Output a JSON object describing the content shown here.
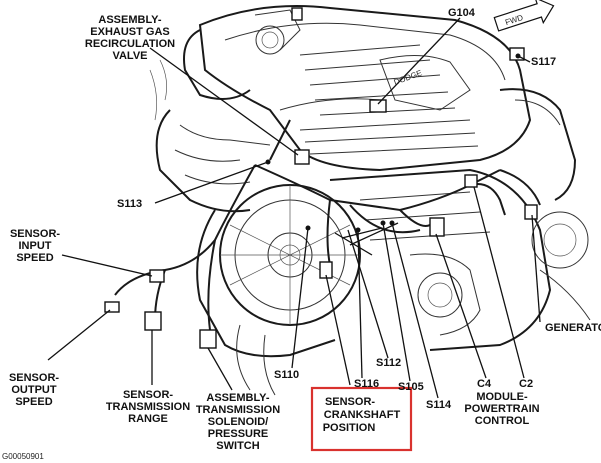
{
  "labels": {
    "egr_valve": [
      "ASSEMBLY-",
      "EXHAUST GAS",
      "RECIRCULATION",
      "VALVE"
    ],
    "g104": "G104",
    "s117": "S117",
    "s113": "S113",
    "sensor_input_speed": [
      "SENSOR-",
      "INPUT",
      "SPEED"
    ],
    "generator": "GENERATOR",
    "sensor_output_speed": [
      "SENSOR-",
      "OUTPUT",
      "SPEED"
    ],
    "sensor_transmission_range": [
      "SENSOR-",
      "TRANSMISSION",
      "RANGE"
    ],
    "assembly_transmission_solenoid": [
      "ASSEMBLY-",
      "TRANSMISSION",
      "SOLENOID/",
      "PRESSURE",
      "SWITCH"
    ],
    "sensor_crankshaft_position": [
      "SENSOR-",
      "CRANKSHAFT",
      "POSITION"
    ],
    "s110": "S110",
    "s116": "S116",
    "s112": "S112",
    "s105": "S105",
    "s114": "S114",
    "c4": "C4",
    "c2": "C2",
    "module_powertrain_control": [
      "MODULE-",
      "POWERTRAIN",
      "CONTROL"
    ],
    "figure_id": "G00050901",
    "fwd_arrow": "FWD"
  },
  "highlight_color": "#d9322e"
}
